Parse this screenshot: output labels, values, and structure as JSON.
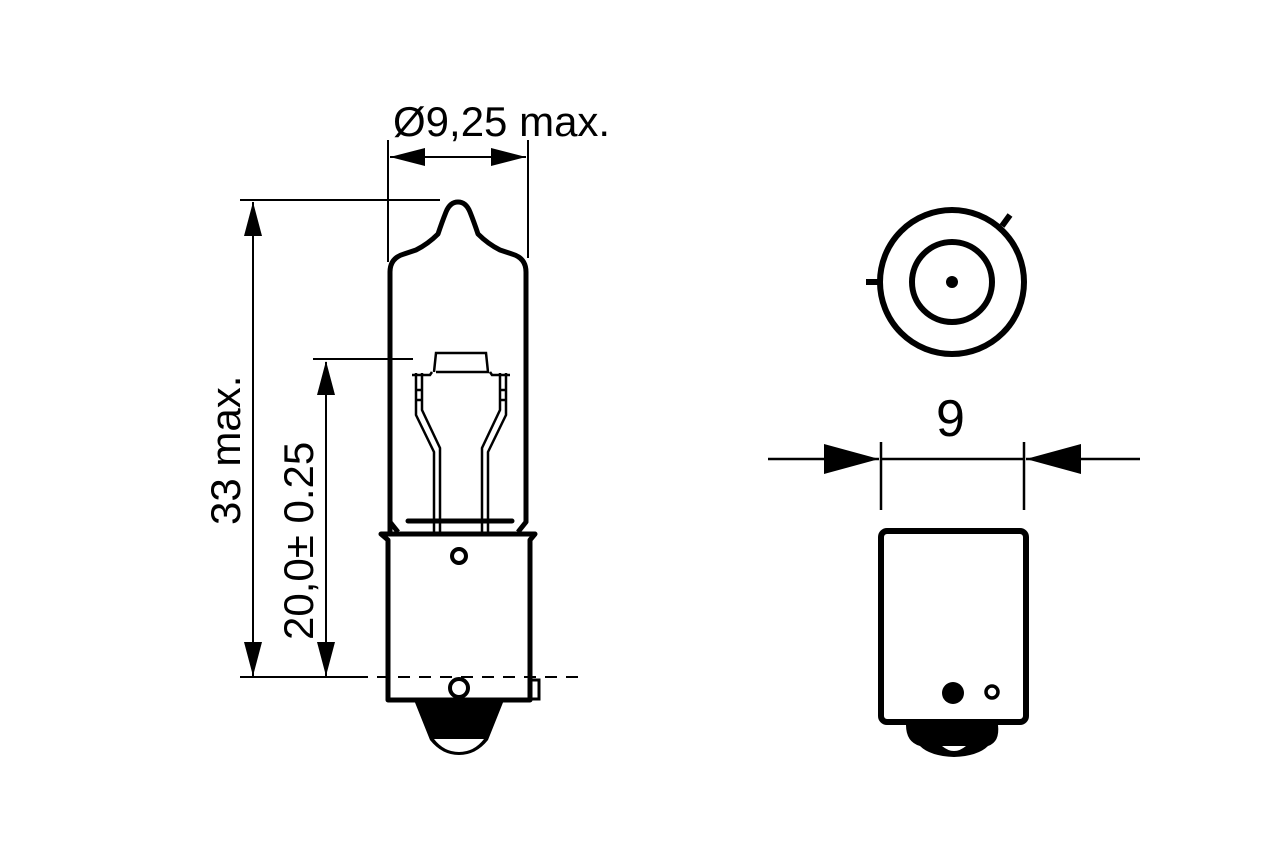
{
  "drawing": {
    "side_view": {
      "diameter_label": "Ø9,25 max.",
      "overall_length_label": "33 max.",
      "light_center_label": "20,0± 0.25"
    },
    "base_view": {
      "width_label": "9"
    }
  },
  "colors": {
    "ink": "#000000",
    "background": "#ffffff"
  }
}
